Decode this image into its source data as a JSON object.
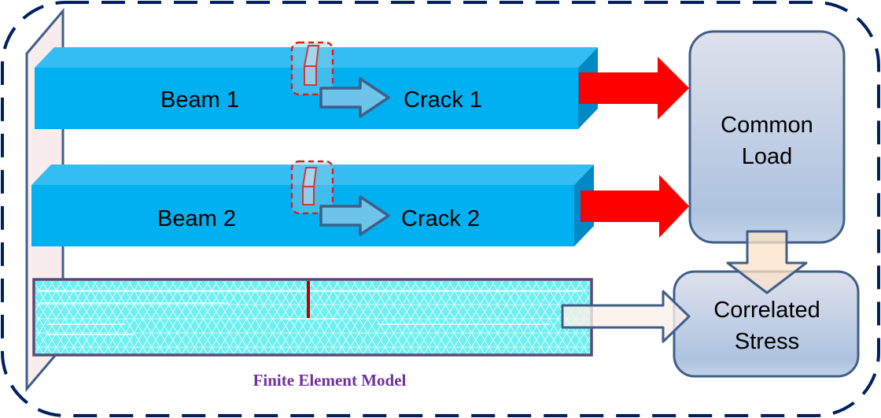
{
  "diagram": {
    "frame": {
      "style": "dashed-rounded",
      "color": "#002060"
    },
    "support_wall": {
      "fill": "#f8ecec",
      "stroke": "#3f5f8a"
    },
    "beams": [
      {
        "id": "beam-1",
        "label": "Beam 1",
        "crack_label": "Crack 1",
        "color_front": "#00b0f0",
        "color_top": "#33bdf2",
        "color_side": "#0089c4"
      },
      {
        "id": "beam-2",
        "label": "Beam 2",
        "crack_label": "Crack 2",
        "color_front": "#00b0f0",
        "color_top": "#33bdf2",
        "color_side": "#0089c4"
      }
    ],
    "crack_marker": {
      "stroke": "#e31b1b",
      "style": "dashed"
    },
    "load_arrow_color": "#ff0000",
    "common_load": {
      "label_line1": "Common",
      "label_line2": "Load"
    },
    "correlated_stress": {
      "label_line1": "Correlated",
      "label_line2": "Stress"
    },
    "fem": {
      "caption": "Finite Element Model",
      "mesh_fill": "#6ff0f0",
      "mesh_line": "#ffffff",
      "border": "#5a4a7a",
      "crack_color": "#c00000"
    },
    "box_gradient": {
      "top": "#dde0ec",
      "bottom": "#aec4e0",
      "stroke": "#3f5f8a"
    },
    "peach_arrow": {
      "fill": "#fde4d0",
      "stroke": "#3f5f8a"
    }
  }
}
